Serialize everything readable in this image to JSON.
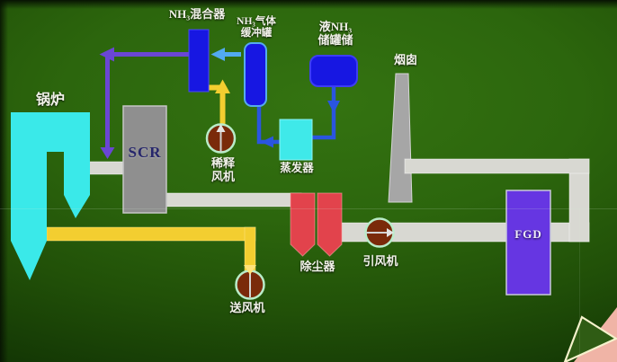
{
  "diagram": {
    "labels": {
      "boiler": "锅炉",
      "scr": "SCR",
      "nh3_mixer": "NH₃混合器",
      "nh3_buffer_line1": "NH₃气体",
      "nh3_buffer_line2": "缓冲罐",
      "nh3_storage_line1": "液NH₃",
      "nh3_storage_line2": "储罐储",
      "evaporator": "蒸发器",
      "dilution_fan_line1": "稀释",
      "dilution_fan_line2": "风机",
      "chimney": "烟囱",
      "dust_collector": "除尘器",
      "induced_fan": "引风机",
      "forced_fan": "送风机",
      "fgd": "FGD"
    },
    "colors": {
      "duct-gray": "#d8d8d2",
      "air-yellow": "#f3ce30",
      "boiler-cyan": "#3ae9e9",
      "evap-cyan": "#3fe9e9",
      "scr-gray": "#8f8f8f",
      "fgd-purple": "#6636e2",
      "chimney-gray": "#a6a6a6",
      "vessel-blue": "#1717e2",
      "pipe-purple": "#6a46d4",
      "pipe-lightblue": "#52aaf0",
      "pipe-blue": "#2a55e0",
      "fan-brown": "#7a2a0a",
      "fan-ring": "#b9ecc9",
      "dust-red": "#e2434c",
      "corner-pink": "#f0b4a6"
    }
  }
}
